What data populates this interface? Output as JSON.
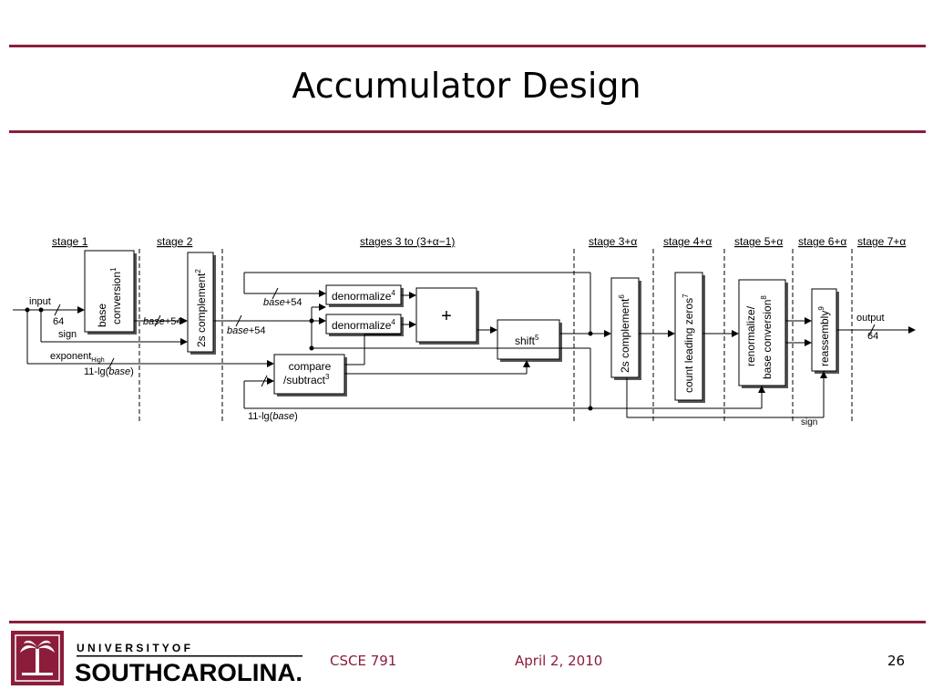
{
  "slide": {
    "title": "Accumulator Design",
    "footer": {
      "course": "CSCE 791",
      "date": "April 2, 2010",
      "page": "26"
    },
    "logo": {
      "line1": "U N I V E R S I T Y   O F",
      "line2": "SOUTHCAROLINA."
    }
  },
  "diagram": {
    "stages": {
      "s1": "stage 1",
      "s2": "stage 2",
      "s3": "stages 3 to (3+α−1)",
      "s3a": "stage 3+α",
      "s4a": "stage 4+α",
      "s5a": "stage 5+α",
      "s6a": "stage 6+α",
      "s7a": "stage 7+α"
    },
    "blocks": {
      "base_conv_1": "base",
      "base_conv_2": "conversion",
      "base_conv_sup": "1",
      "twos_1": "2s complement",
      "twos_1_sup": "2",
      "denorm_a": "denormalize",
      "denorm_a_sup": "4",
      "denorm_b": "denormalize",
      "denorm_b_sup": "4",
      "adder": "+",
      "compare_1": "compare",
      "compare_2": "/subtract",
      "compare_sup": "3",
      "shift": "shift",
      "shift_sup": "5",
      "twos_2": "2s complement",
      "twos_2_sup": "6",
      "clz": "count leading zeros",
      "clz_sup": "7",
      "renorm_1": "renormalize/",
      "renorm_2": "base conversion",
      "renorm_sup": "8",
      "reassembly": "reassembly",
      "reassembly_sup": "9"
    },
    "labels": {
      "input": "input",
      "w64_in": "64",
      "sign_in": "sign",
      "exponent": "exponent",
      "exponent_sub": "High",
      "lg_base_a_pre": "11-lg(",
      "lg_base_a_var": "base",
      "lg_base_a_post": ")",
      "base54_a_var": "base",
      "base54_a_post": "+54",
      "base54_b_var": "base",
      "base54_b_post": "+54",
      "base54_c_var": "base",
      "base54_c_post": "+54",
      "lg_base_b_pre": "11-lg(",
      "lg_base_b_var": "base",
      "lg_base_b_post": ")",
      "output": "output",
      "w64_out": "64",
      "sign_out": "sign"
    }
  }
}
